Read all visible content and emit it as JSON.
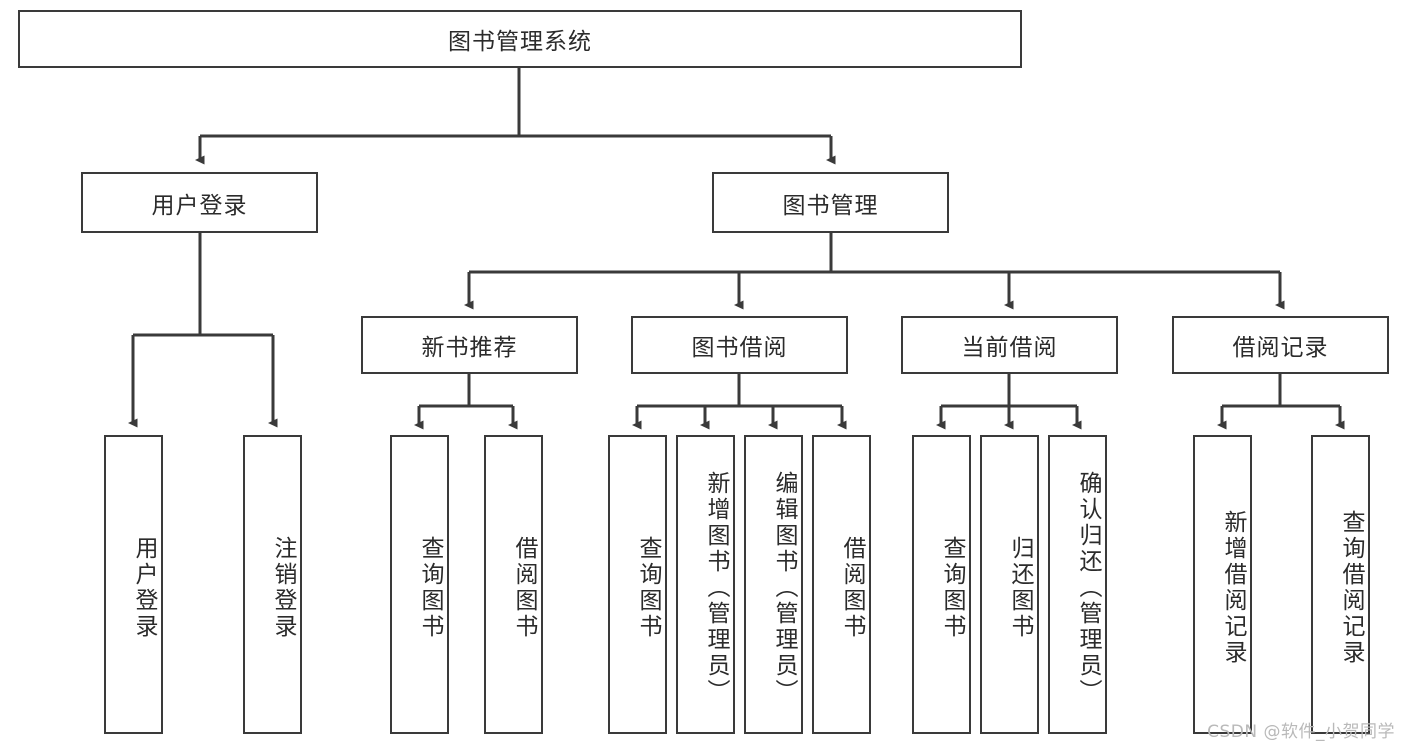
{
  "diagram": {
    "type": "tree",
    "title": "图书管理系统",
    "watermark": "CSDN @软件_小贺同学",
    "colors": {
      "stroke": "#3a3a3a",
      "fill": "#ffffff",
      "text": "#2b2b2b",
      "watermark": "#b9b9b9"
    },
    "nodes": {
      "root": {
        "label": "图书管理系统",
        "level": 1,
        "orientation": "horizontal"
      },
      "l2": [
        {
          "id": "user-login",
          "label": "用户登录",
          "orientation": "horizontal"
        },
        {
          "id": "book-manage",
          "label": "图书管理",
          "orientation": "horizontal"
        }
      ],
      "l3": [
        {
          "id": "new-book-recommend",
          "label": "新书推荐",
          "orientation": "horizontal"
        },
        {
          "id": "book-borrow",
          "label": "图书借阅",
          "orientation": "horizontal"
        },
        {
          "id": "current-borrow",
          "label": "当前借阅",
          "orientation": "horizontal"
        },
        {
          "id": "borrow-record",
          "label": "借阅记录",
          "orientation": "horizontal"
        }
      ],
      "leaves": [
        {
          "id": "leaf-user-login",
          "label": "用户登录",
          "parent": "user-login",
          "orientation": "vertical"
        },
        {
          "id": "leaf-logout",
          "label": "注销登录",
          "parent": "user-login",
          "orientation": "vertical"
        },
        {
          "id": "leaf-query-book-1",
          "label": "查询图书",
          "parent": "new-book-recommend",
          "orientation": "vertical"
        },
        {
          "id": "leaf-borrow-book-1",
          "label": "借阅图书",
          "parent": "new-book-recommend",
          "orientation": "vertical"
        },
        {
          "id": "leaf-query-book-2",
          "label": "查询图书",
          "parent": "book-borrow",
          "orientation": "vertical"
        },
        {
          "id": "leaf-add-book",
          "label": "新增图书（管理员）",
          "parent": "book-borrow",
          "orientation": "vertical"
        },
        {
          "id": "leaf-edit-book",
          "label": "编辑图书（管理员）",
          "parent": "book-borrow",
          "orientation": "vertical"
        },
        {
          "id": "leaf-borrow-book-2",
          "label": "借阅图书",
          "parent": "book-borrow",
          "orientation": "vertical"
        },
        {
          "id": "leaf-query-book-3",
          "label": "查询图书",
          "parent": "current-borrow",
          "orientation": "vertical"
        },
        {
          "id": "leaf-return-book",
          "label": "归还图书",
          "parent": "current-borrow",
          "orientation": "vertical"
        },
        {
          "id": "leaf-confirm-return",
          "label": "确认归还（管理员）",
          "parent": "current-borrow",
          "orientation": "vertical"
        },
        {
          "id": "leaf-add-record",
          "label": "新增借阅记录",
          "parent": "borrow-record",
          "orientation": "vertical"
        },
        {
          "id": "leaf-query-record",
          "label": "查询借阅记录",
          "parent": "borrow-record",
          "orientation": "vertical"
        }
      ]
    }
  }
}
